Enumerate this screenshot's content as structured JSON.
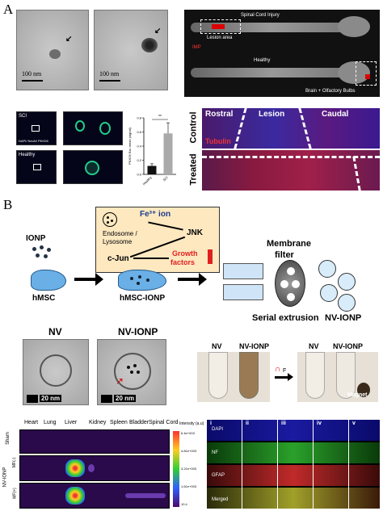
{
  "panelA": {
    "letter": "A",
    "tem1": {
      "scale": "100 nm"
    },
    "tem2": {
      "scale": "100 nm"
    },
    "spine": {
      "title": "Spinal Cord Injury",
      "lesion": "Lesion area",
      "healthy": "Healthy",
      "brain": "Brain + Olfactory Bulbs",
      "imp": "IMP"
    },
    "fluo": {
      "sci": "SCI",
      "healthy": "Healthy",
      "stain": "DAPI/ NeuN/ PKH26"
    },
    "bar": {
      "ylabel": "PKH26 Exc mean (signal)",
      "sig": "**",
      "categories": [
        "Healthy",
        "SCI"
      ]
    },
    "tissue": {
      "rostral": "Rostral",
      "lesion": "Lesion",
      "caudal": "Caudal",
      "tubulin": "Tubulin",
      "control": "Control",
      "treated": "Treated"
    }
  },
  "panelB": {
    "letter": "B",
    "box": {
      "fe": "Fe³⁺ ion",
      "endo": "Endosome /",
      "lyso": "Lysosome",
      "jnk": "JNK",
      "cjun": "c-Jun",
      "growth1": "Growth",
      "growth2": "factors"
    },
    "ionp": "IONP",
    "hmsc": "hMSC",
    "hmsc_ionp": "hMSC-IONP",
    "membrane1": "Membrane",
    "membrane2": "filter",
    "nv_ionp": "NV-IONP",
    "serial": "Serial extrusion",
    "nv": "NV",
    "nv_ionp2": "NV-IONP",
    "tem_scale1": "20 nm",
    "tem_scale2": "20 nm",
    "tubes": {
      "nv1": "NV",
      "nvionp1": "NV-IONP",
      "nv2": "NV",
      "nvionp2": "NV-IONP",
      "magnet": "Magnet",
      "mf": "F"
    },
    "organs": [
      "Heart",
      "Lung",
      "Liver",
      "Kidney",
      "Spleen",
      "Bladder",
      "Spinal Cord"
    ],
    "rows": {
      "sham": "Sham",
      "nvionp": "NV-IONP",
      "mfneg": "MF(-)",
      "mfpos": "MF(+)"
    },
    "intensity": {
      "title": "Intensity (a.u)",
      "t1": "6.4e+003",
      "t2": "4.81e+003",
      "t3": "3.21e+003",
      "t4": "1.61e+003",
      "t5": "10.4"
    },
    "confocal": {
      "cols": [
        "i",
        "ii",
        "iii",
        "iv",
        "v"
      ],
      "dapi": "DAPI",
      "nf": "NF",
      "gfap": "GFAP",
      "merged": "Merged"
    }
  },
  "chart_data": {
    "type": "bar",
    "categories": [
      "Healthy",
      "SCI"
    ],
    "values": [
      0.12,
      0.58
    ],
    "errors": [
      0.03,
      0.15
    ],
    "ylabel": "PKH26 Exc mean (signal)",
    "ylim": [
      0,
      0.8
    ],
    "yticks": [
      0.0,
      0.2,
      0.4,
      0.6,
      0.8
    ],
    "annotation": "**"
  }
}
